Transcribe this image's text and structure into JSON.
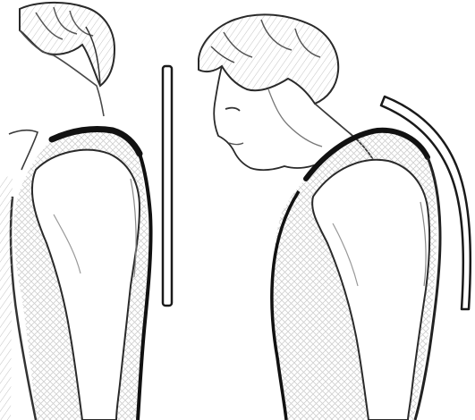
{
  "image": {
    "style": "pencil sketch",
    "palette": {
      "background": "#ffffff",
      "ink": "#1a1a1a",
      "shade": "#6e6e6e",
      "hatch": "#b8b8b8"
    },
    "figures": [
      {
        "name": "good-posture-figure",
        "posture": "upright",
        "marker": "straight-line-marker"
      },
      {
        "name": "bad-posture-figure",
        "posture": "hunched",
        "marker": "curved-line-marker"
      }
    ]
  }
}
